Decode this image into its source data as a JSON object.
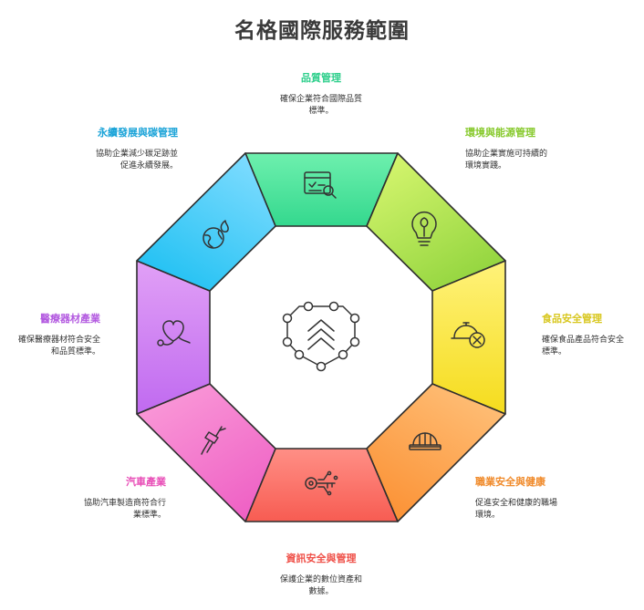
{
  "title": "名格國際服務範圍",
  "colors": {
    "quality": "#2ecf8c",
    "environment": "#86c92b",
    "food": "#d8c71f",
    "occupational": "#f08a2a",
    "infosec": "#ef5048",
    "automotive": "#e84cb6",
    "medical": "#b35ae0",
    "sustainability": "#1aa3d8"
  },
  "services": [
    {
      "id": "quality",
      "title": "品質管理",
      "desc_lines": [
        "確保企業符合國際品質",
        "標準。"
      ],
      "icon": "document-search-icon"
    },
    {
      "id": "environment",
      "title": "環境與能源管理",
      "desc_lines": [
        "協助企業實施可持續的",
        "環境實踐。"
      ],
      "icon": "lightbulb-leaf-icon"
    },
    {
      "id": "food",
      "title": "食品安全管理",
      "desc_lines": [
        "確保食品產品符合安全",
        "標準。"
      ],
      "icon": "food-cloche-cancel-icon"
    },
    {
      "id": "occupational",
      "title": "職業安全與健康",
      "desc_lines": [
        "促進安全和健康的職場",
        "環境。"
      ],
      "icon": "hard-hat-icon"
    },
    {
      "id": "infosec",
      "title": "資訊安全與管理",
      "desc_lines": [
        "保護企業的數位資產和",
        "數據。"
      ],
      "icon": "digital-key-icon"
    },
    {
      "id": "automotive",
      "title": "汽車產業",
      "desc_lines": [
        "協助汽車製造商符合行",
        "業標準。"
      ],
      "icon": "spark-plug-icon"
    },
    {
      "id": "medical",
      "title": "醫療器材產業",
      "desc_lines": [
        "確保醫療器材符合安全",
        "和品質標準。"
      ],
      "icon": "heart-stethoscope-icon"
    },
    {
      "id": "sustainability",
      "title": "永續發展與碳管理",
      "desc_lines": [
        "協助企業減少碳足跡並",
        "促進永續發展。"
      ],
      "icon": "globe-flame-icon"
    }
  ],
  "center_icon": "network-chevrons-icon"
}
